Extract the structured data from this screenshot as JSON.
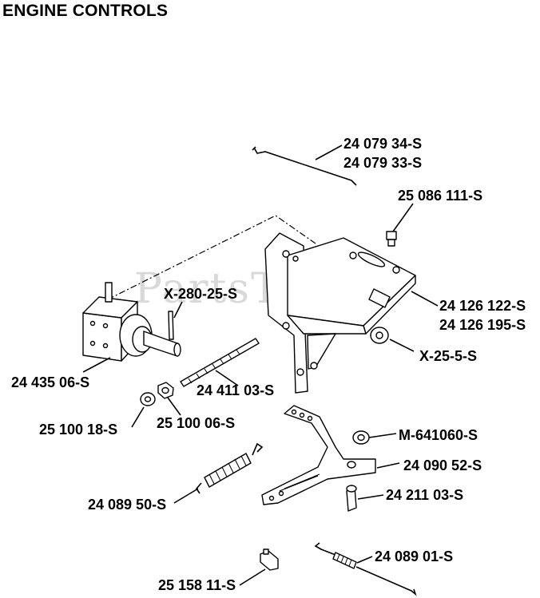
{
  "title": "ENGINE CONTROLS",
  "watermark": "PartsTree",
  "labels": {
    "p1": "24 079 34-S",
    "p2": "24 079 33-S",
    "p3": "25 086 111-S",
    "p4": "X-280-25-S",
    "p5": "24 126 122-S",
    "p6": "24 126 195-S",
    "p7": "X-25-5-S",
    "p8": "24 435 06-S",
    "p9": "24 411 03-S",
    "p10": "25 100 18-S",
    "p11": "25 100 06-S",
    "p12": "M-641060-S",
    "p13": "24 090 52-S",
    "p14": "24 089 50-S",
    "p15": "24 211 03-S",
    "p16": "24 089 01-S",
    "p17": "25 158 11-S"
  }
}
